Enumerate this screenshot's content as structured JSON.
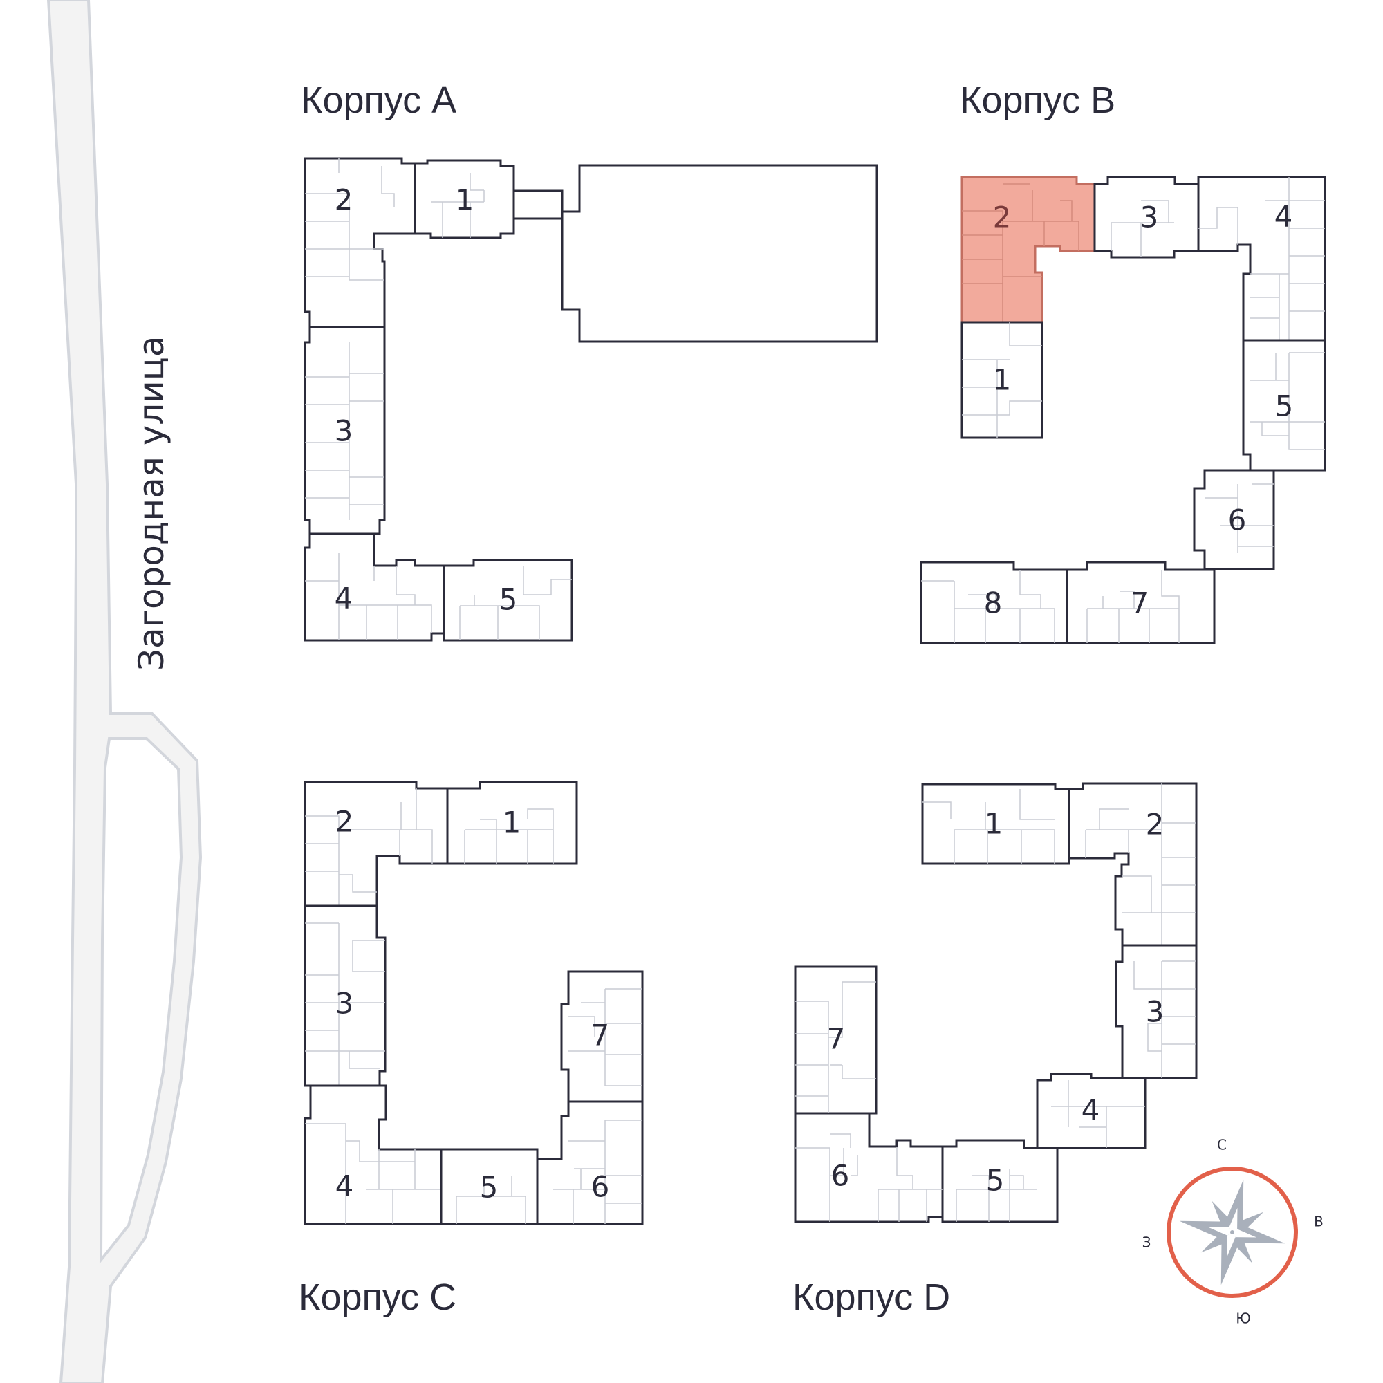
{
  "street_name": "Загородная улица",
  "buildings": {
    "A": {
      "title": "Корпус A",
      "sections": [
        {
          "id": "a-1",
          "label": "1"
        },
        {
          "id": "a-2",
          "label": "2"
        },
        {
          "id": "a-3",
          "label": "3"
        },
        {
          "id": "a-4",
          "label": "4"
        },
        {
          "id": "a-5",
          "label": "5"
        }
      ]
    },
    "B": {
      "title": "Корпус B",
      "selected_section": "2",
      "sections": [
        {
          "id": "b-1",
          "label": "1"
        },
        {
          "id": "b-2",
          "label": "2"
        },
        {
          "id": "b-3",
          "label": "3"
        },
        {
          "id": "b-4",
          "label": "4"
        },
        {
          "id": "b-5",
          "label": "5"
        },
        {
          "id": "b-6",
          "label": "6"
        },
        {
          "id": "b-7",
          "label": "7"
        },
        {
          "id": "b-8",
          "label": "8"
        }
      ]
    },
    "C": {
      "title": "Корпус C",
      "sections": [
        {
          "id": "c-1",
          "label": "1"
        },
        {
          "id": "c-2",
          "label": "2"
        },
        {
          "id": "c-3",
          "label": "3"
        },
        {
          "id": "c-4",
          "label": "4"
        },
        {
          "id": "c-5",
          "label": "5"
        },
        {
          "id": "c-6",
          "label": "6"
        },
        {
          "id": "c-7",
          "label": "7"
        }
      ]
    },
    "D": {
      "title": "Корпус D",
      "sections": [
        {
          "id": "d-1",
          "label": "1"
        },
        {
          "id": "d-2",
          "label": "2"
        },
        {
          "id": "d-3",
          "label": "3"
        },
        {
          "id": "d-4",
          "label": "4"
        },
        {
          "id": "d-5",
          "label": "5"
        },
        {
          "id": "d-6",
          "label": "6"
        },
        {
          "id": "d-7",
          "label": "7"
        }
      ]
    }
  },
  "compass": {
    "north": "С",
    "south": "Ю",
    "east": "В",
    "west": "З",
    "ring_color": "#e2604a",
    "star_color": "#a9b0bb"
  },
  "colors": {
    "outline": "#2b2b3a",
    "selected_fill": "#f2aa9c",
    "inner_lines": "#c9ccd3",
    "road": "#f3f3f3"
  }
}
